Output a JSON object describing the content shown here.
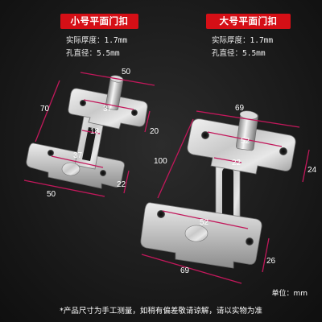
{
  "left_panel": {
    "title": "小号平面门扣",
    "spec_thickness": "实际厚度：1.7mm",
    "spec_hole": "孔直径：5.5mm",
    "dimensions": {
      "top_width": "50",
      "total_height": "70",
      "upper_hole_spacing": "37",
      "slot_width": "18",
      "upper_plate_height": "20",
      "lower_hole_spacing": "37",
      "lower_plate_height": "22",
      "bottom_width": "50"
    }
  },
  "right_panel": {
    "title": "大号平面门扣",
    "spec_thickness": "实际厚度：1.7mm",
    "spec_hole": "孔直径：5.5mm",
    "dimensions": {
      "top_width": "69",
      "total_height": "100",
      "upper_hole_spacing": "52",
      "slot_width": "22",
      "upper_plate_height": "24",
      "lower_hole_spacing": "52",
      "lower_plate_height": "26",
      "bottom_width": "69"
    }
  },
  "unit_note": "单位：mm",
  "footer_note": "*产品尺寸为手工测量，如稍有偏差敬请谅解，请以实物为准",
  "colors": {
    "badge": "#d50f16",
    "dimension_line": "#c2185b",
    "steel_light": "#e4e4e4",
    "steel_dark": "#8e8e8e",
    "background": "#1b1b1b"
  }
}
